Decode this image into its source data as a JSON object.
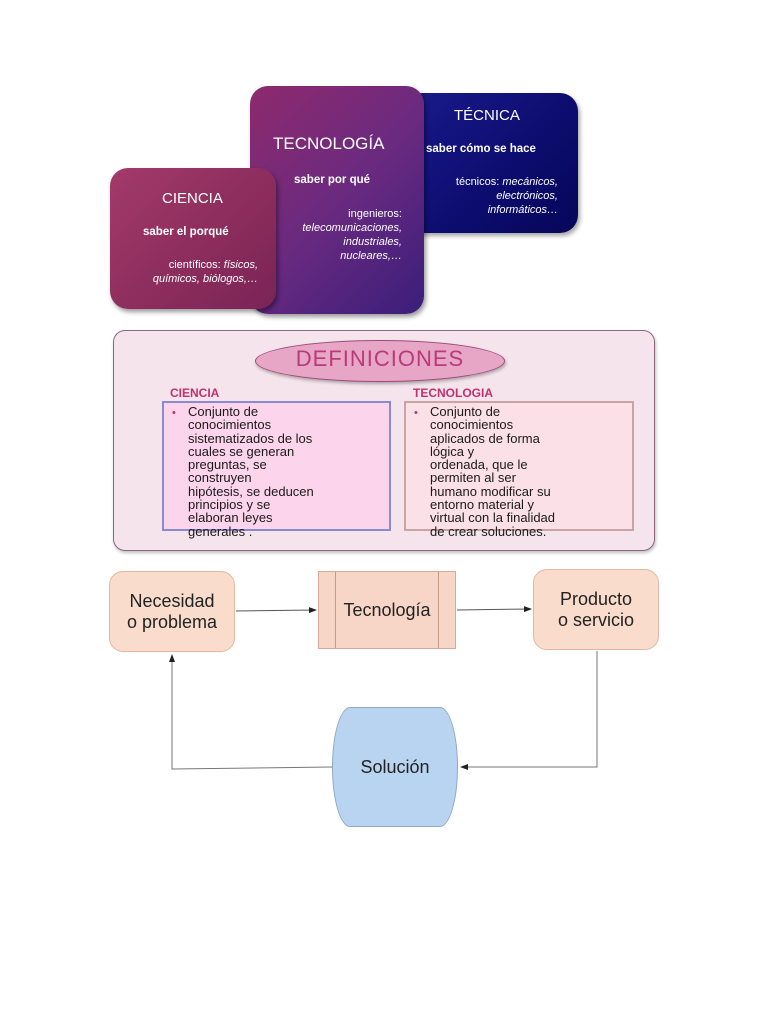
{
  "cards": {
    "tecnica": {
      "title": "TÉCNICA",
      "subtitle": "saber cómo se hace",
      "line1_prefix": "técnicos: ",
      "line1_italic": "mecánicos,",
      "line2": "electrónicos,",
      "line3": "informáticos…"
    },
    "tecnologia": {
      "title": "TECNOLOGÍA",
      "subtitle": "saber por qué",
      "line1": "ingenieros:",
      "line2": "telecomunicaciones,",
      "line3": "industriales,",
      "line4": "nucleares,…"
    },
    "ciencia": {
      "title": "CIENCIA",
      "subtitle": "saber el porqué",
      "line1_prefix": "científicos: ",
      "line1_italic": "físicos,",
      "line2": "químicos, biólogos,…"
    }
  },
  "definiciones": {
    "title": "DEFINICIONES",
    "ciencia_heading": "CIENCIA",
    "tecnologia_heading": "TECNOLOGIA",
    "bullet": "•",
    "ciencia_lines": [
      "Conjunto de",
      "conocimientos",
      "sistematizados de los",
      "cuales se generan",
      "preguntas, se",
      "construyen",
      "hipótesis, se deducen",
      "principios y se",
      "elaboran leyes",
      "generales ."
    ],
    "tecnologia_lines": [
      "Conjunto de",
      "conocimientos",
      "aplicados de forma",
      "lógica y",
      "ordenada, que le",
      "permiten al ser",
      "humano modificar su",
      "entorno material y",
      "virtual con la finalidad",
      "de crear soluciones."
    ]
  },
  "flow": {
    "necesidad": [
      "Necesidad",
      "o problema"
    ],
    "tecnologia": "Tecnología",
    "producto": [
      "Producto",
      "o servicio"
    ],
    "solucion": "Solución"
  },
  "colors": {
    "tecnica": "#0c0c6e",
    "tecnologia": "#6a2a80",
    "ciencia": "#8a2c5c",
    "accent": "#c0306e",
    "flow_box": "#f9dccc",
    "solucion": "#b8d4f0"
  }
}
